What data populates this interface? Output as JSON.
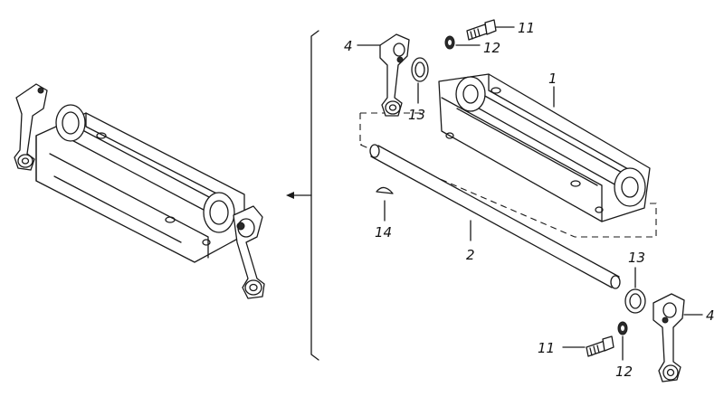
{
  "diagram": {
    "callouts": [
      {
        "id": "c1",
        "label": "1"
      },
      {
        "id": "c2",
        "label": "2"
      },
      {
        "id": "c4a",
        "label": "4"
      },
      {
        "id": "c4b",
        "label": "4"
      },
      {
        "id": "c11a",
        "label": "11"
      },
      {
        "id": "c11b",
        "label": "11"
      },
      {
        "id": "c12a",
        "label": "12"
      },
      {
        "id": "c12b",
        "label": "12"
      },
      {
        "id": "c13a",
        "label": "13"
      },
      {
        "id": "c13b",
        "label": "13"
      },
      {
        "id": "c14",
        "label": "14"
      }
    ]
  }
}
